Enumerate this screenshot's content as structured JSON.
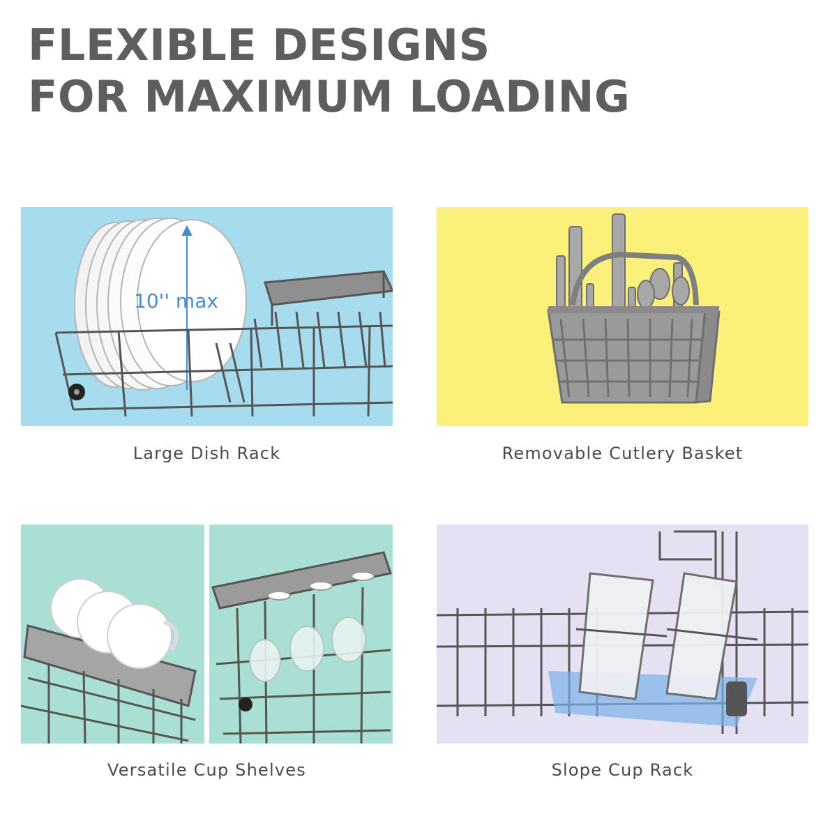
{
  "headline": {
    "line1": "FLEXIBLE DESIGNS",
    "line2": "FOR MAXIMUM LOADING"
  },
  "features": [
    {
      "caption": "Large Dish Rack",
      "background": "#a6dcee",
      "annotation": "10'' max"
    },
    {
      "caption": "Removable Cutlery Basket",
      "background": "#fbf07a"
    },
    {
      "caption": "Versatile Cup Shelves",
      "background": "#a9dfd4"
    },
    {
      "caption": "Slope Cup Rack",
      "background": "#e6e1f2"
    }
  ],
  "colors": {
    "headline": "#5e5e5e",
    "caption": "#4a4a4a",
    "rack_wire": "#555555",
    "annotation": "#4a8cc8"
  }
}
